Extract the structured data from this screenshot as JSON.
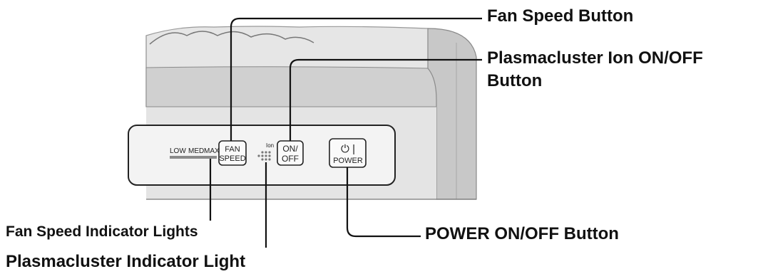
{
  "panel": {
    "speed_low": "LOW",
    "speed_med": "MED",
    "speed_max": "MAX",
    "fan_btn_line1": "FAN",
    "fan_btn_line2": "SPEED",
    "ion_label": "Ion",
    "onoff_btn_line1": "ON/",
    "onoff_btn_line2": "OFF",
    "power_symbol": "⏻ |",
    "power_btn_label": "POWER"
  },
  "callouts": {
    "fan_speed_button": "Fan Speed Button",
    "plasmacluster_button_line1": "Plasmacluster Ion ON/OFF",
    "plasmacluster_button_line2": "Button",
    "power_button": "POWER ON/OFF Button",
    "fan_speed_lights": "Fan Speed Indicator Lights",
    "plasmacluster_light": "Plasmacluster Indicator Light"
  },
  "colors": {
    "body_light": "#e8e8e8",
    "body_mid": "#d2d2d2",
    "body_dark": "#b4b4b4",
    "line": "#111111"
  }
}
